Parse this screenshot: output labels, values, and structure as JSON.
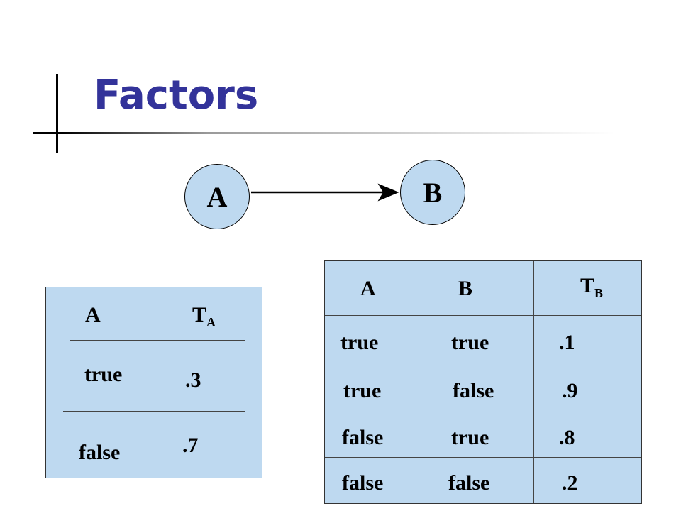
{
  "slide": {
    "title": "Factors"
  },
  "graph": {
    "nodes": [
      {
        "id": "A",
        "label": "A"
      },
      {
        "id": "B",
        "label": "B"
      }
    ],
    "edge": {
      "from": "A",
      "to": "B"
    }
  },
  "factor_a": {
    "col1_header": "A",
    "col2_header_main": "T",
    "col2_header_sub": "A",
    "rows": [
      {
        "a": "true",
        "t": ".3"
      },
      {
        "a": "false",
        "t": ".7"
      }
    ]
  },
  "factor_b": {
    "col1_header": "A",
    "col2_header": "B",
    "col3_header_main": "T",
    "col3_header_sub": "B",
    "rows": [
      {
        "a": "true",
        "b": "true",
        "t": ".1"
      },
      {
        "a": "true",
        "b": "false",
        "t": ".9"
      },
      {
        "a": "false",
        "b": "true",
        "t": ".8"
      },
      {
        "a": "false",
        "b": "false",
        "t": ".2"
      }
    ]
  }
}
